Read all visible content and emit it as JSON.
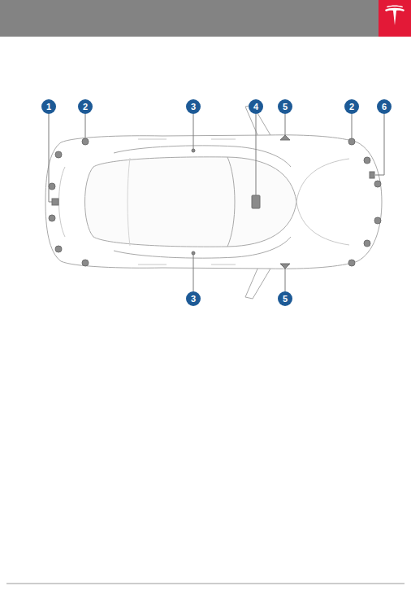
{
  "diagram": {
    "labels": [
      "1",
      "2",
      "3",
      "4",
      "5",
      "2",
      "6",
      "3",
      "5"
    ]
  }
}
